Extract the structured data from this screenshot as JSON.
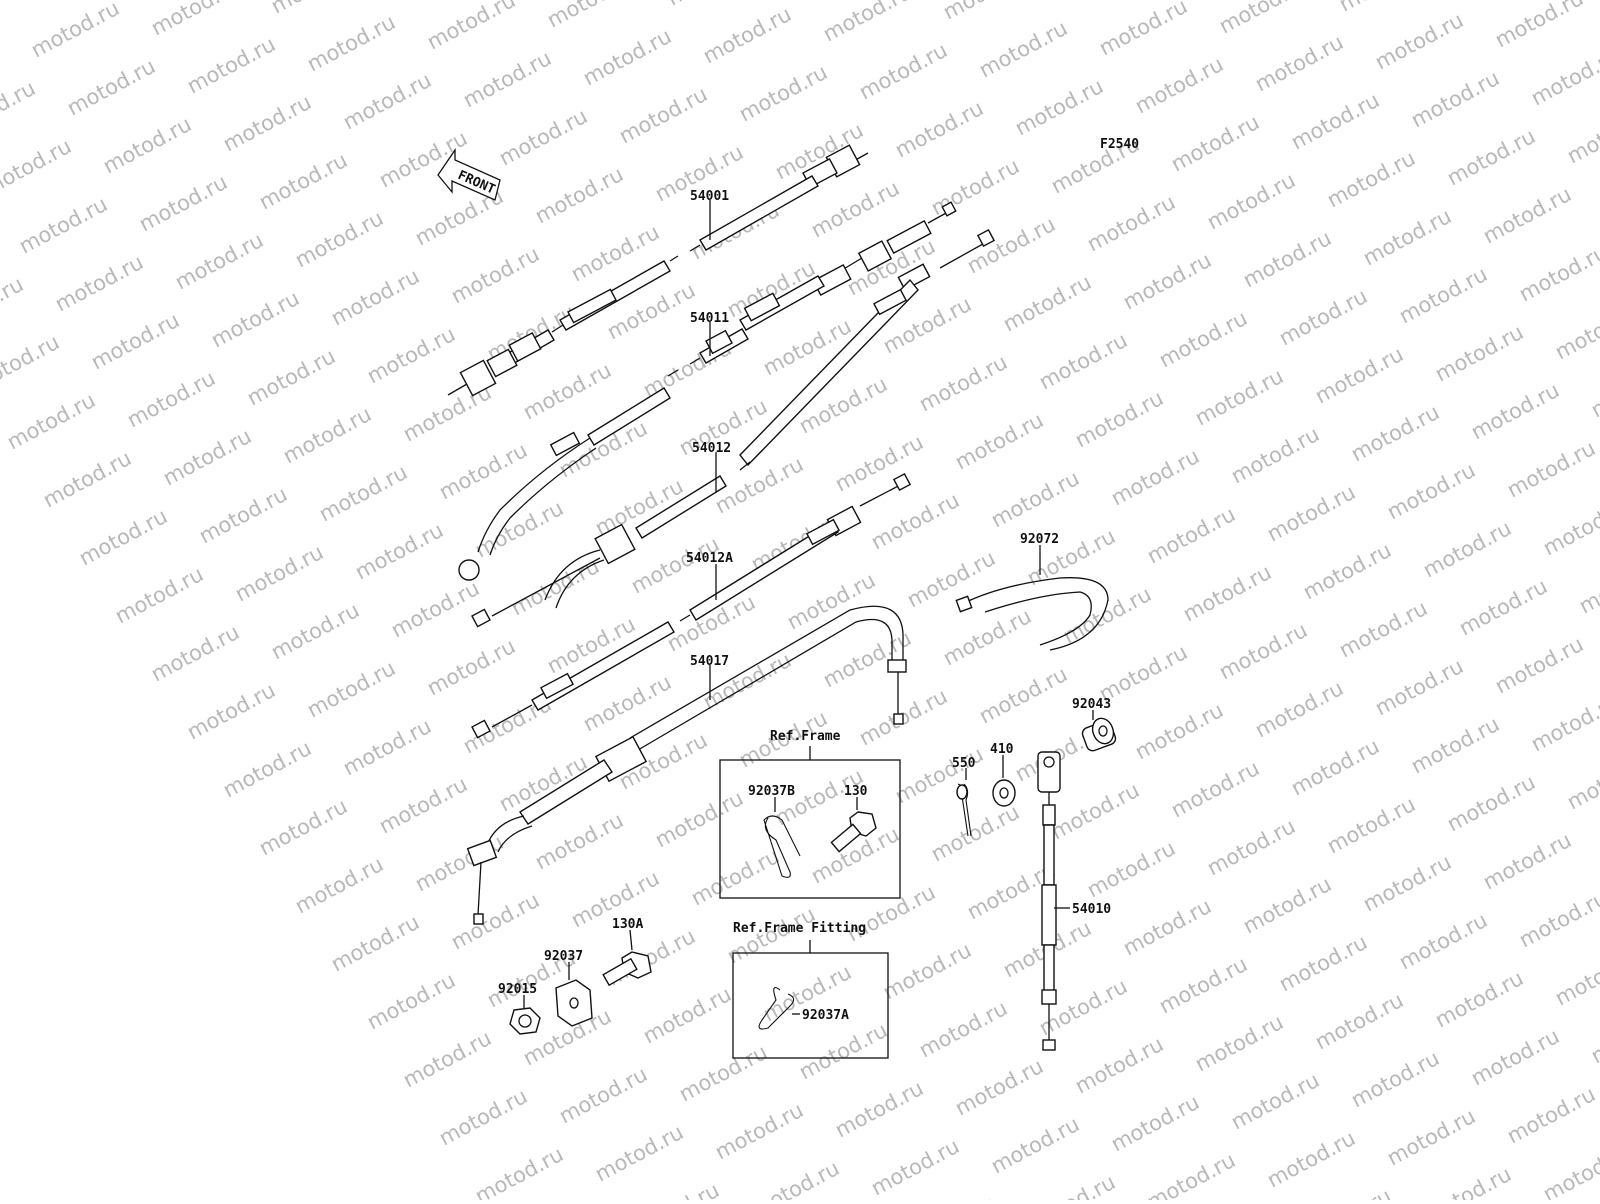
{
  "diagram_code": "F2540",
  "watermark_text": "motod.ru",
  "front_arrow": "FRONT",
  "frames": {
    "ref_frame": "Ref.Frame",
    "ref_frame_fitting": "Ref.Frame Fitting"
  },
  "callouts": {
    "c54001": "54001",
    "c54011": "54011",
    "c54012": "54012",
    "c54012A": "54012A",
    "c54017": "54017",
    "c92072": "92072",
    "c92043": "92043",
    "c410": "410",
    "c550": "550",
    "c92037B": "92037B",
    "c130": "130",
    "c54010": "54010",
    "c130A": "130A",
    "c92037": "92037",
    "c92015": "92015",
    "c92037A": "92037A"
  }
}
